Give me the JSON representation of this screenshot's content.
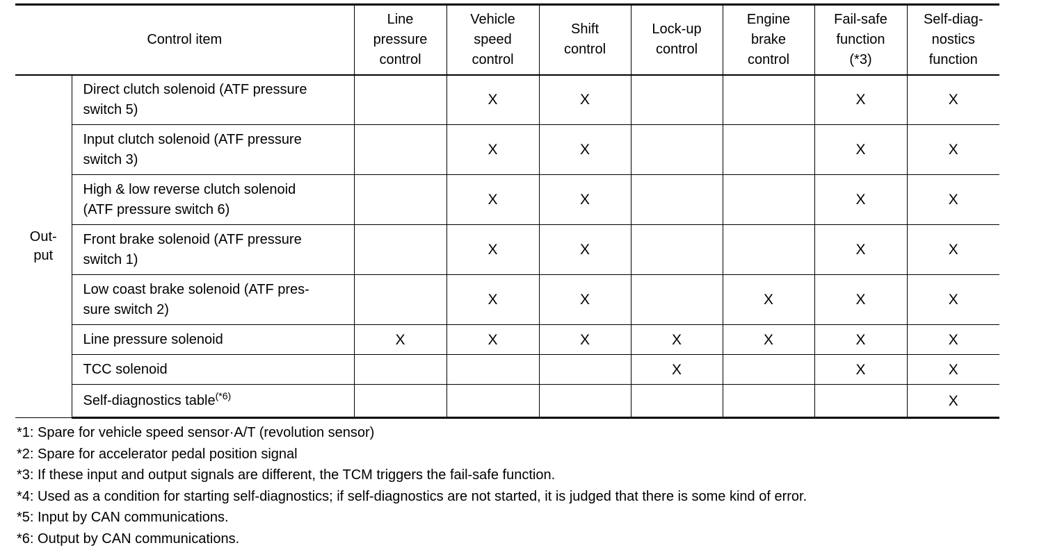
{
  "table": {
    "header": {
      "control_item": "Control item",
      "columns": [
        [
          "Line",
          "pressure",
          "control"
        ],
        [
          "Vehicle",
          "speed",
          "control"
        ],
        [
          "Shift",
          "control"
        ],
        [
          "Lock-up",
          "control"
        ],
        [
          "Engine",
          "brake",
          "control"
        ],
        [
          "Fail-safe",
          "function",
          "(*3)"
        ],
        [
          "Self-diag-",
          "nostics",
          "function"
        ]
      ]
    },
    "group_label": [
      "Out-",
      "put"
    ],
    "rows": [
      {
        "item": [
          "Direct clutch solenoid (ATF pressure",
          "switch 5)"
        ],
        "marks": [
          "",
          "X",
          "X",
          "",
          "",
          "X",
          "X"
        ]
      },
      {
        "item": [
          "Input clutch solenoid (ATF pressure",
          "switch 3)"
        ],
        "marks": [
          "",
          "X",
          "X",
          "",
          "",
          "X",
          "X"
        ]
      },
      {
        "item": [
          "High & low reverse clutch solenoid",
          "(ATF pressure switch 6)"
        ],
        "marks": [
          "",
          "X",
          "X",
          "",
          "",
          "X",
          "X"
        ]
      },
      {
        "item": [
          "Front brake solenoid (ATF pressure",
          "switch 1)"
        ],
        "marks": [
          "",
          "X",
          "X",
          "",
          "",
          "X",
          "X"
        ]
      },
      {
        "item": [
          "Low coast brake solenoid (ATF pres-",
          "sure switch 2)"
        ],
        "marks": [
          "",
          "X",
          "X",
          "",
          "X",
          "X",
          "X"
        ]
      },
      {
        "item": [
          "Line pressure solenoid"
        ],
        "marks": [
          "X",
          "X",
          "X",
          "X",
          "X",
          "X",
          "X"
        ]
      },
      {
        "item": [
          "TCC solenoid"
        ],
        "marks": [
          "",
          "",
          "",
          "X",
          "",
          "X",
          "X"
        ]
      },
      {
        "item": [
          "Self-diagnostics table"
        ],
        "item_sup": "(*6)",
        "marks": [
          "",
          "",
          "",
          "",
          "",
          "",
          "X"
        ]
      }
    ]
  },
  "notes": [
    "*1: Spare for vehicle speed sensor·A/T (revolution sensor)",
    "*2: Spare for accelerator pedal position signal",
    "*3: If these input and output signals are different, the TCM triggers the fail-safe function.",
    "*4: Used as a condition for starting self-diagnostics; if self-diagnostics are not started, it is judged that there is some kind of error.",
    "*5: Input by CAN communications.",
    "*6: Output by CAN communications."
  ]
}
